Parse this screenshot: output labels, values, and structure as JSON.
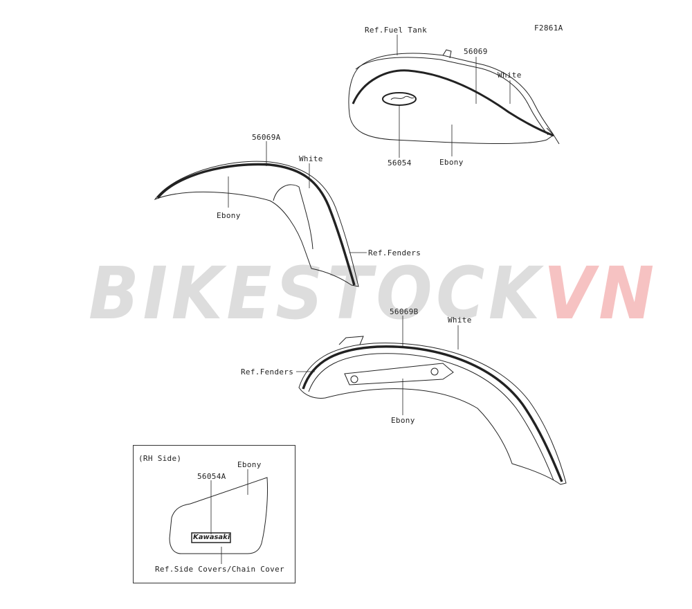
{
  "figure_code": "F2861A",
  "watermark": {
    "part1": "BIKESTOCK",
    "part2": "VN",
    "color_main": "#b4b4b4",
    "color_accent": "#ef8c8c"
  },
  "callouts": {
    "ref_fuel_tank": "Ref.Fuel Tank",
    "tank_part": "56069",
    "tank_white": "White",
    "tank_emblem_part": "56054",
    "tank_ebony": "Ebony",
    "front_fender_part": "56069A",
    "front_white": "White",
    "front_ebony": "Ebony",
    "front_ref_fenders": "Ref.Fenders",
    "rear_fender_part": "56069B",
    "rear_white": "White",
    "rear_ref_fenders": "Ref.Fenders",
    "rear_ebony": "Ebony"
  },
  "inset": {
    "title": "(RH Side)",
    "part": "56054A",
    "ebony": "Ebony",
    "brand": "Kawasaki",
    "ref_side_covers": "Ref.Side Covers/Chain Cover"
  }
}
